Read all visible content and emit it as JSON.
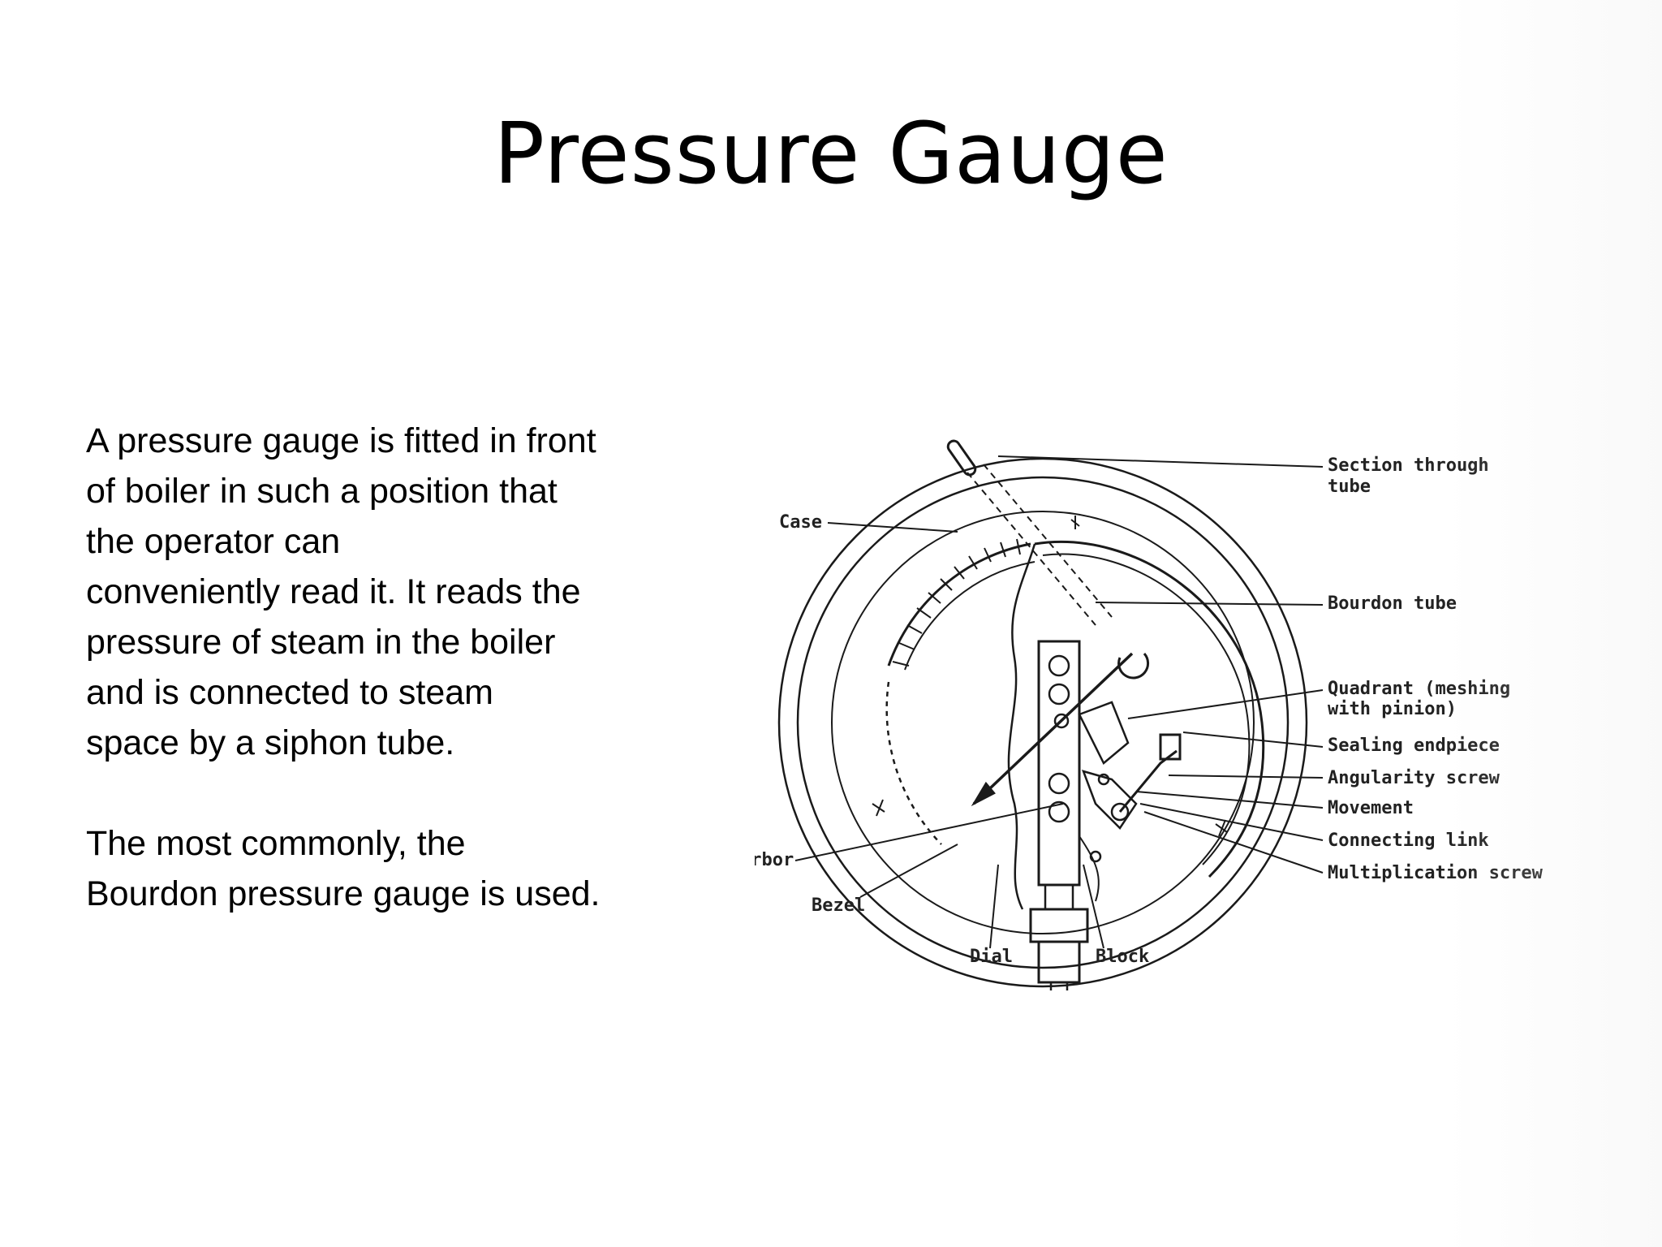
{
  "slide": {
    "title": "Pressure Gauge",
    "paragraph1_lines": [
      "A pressure gauge is fitted in front",
      "of boiler in such a position that",
      "the operator can",
      "conveniently read it. It reads the",
      "pressure of steam in the boiler",
      "and is connected to steam",
      "space by a siphon tube."
    ],
    "paragraph2_lines": [
      "The most commonly, the",
      "Bourdon pressure gauge is used."
    ]
  },
  "diagram": {
    "labels": {
      "section_line1": "Section through",
      "section_line2": "tube",
      "case": "Case",
      "bourdon_tube": "Bourdon tube",
      "quadrant_line1": "Quadrant (meshing",
      "quadrant_line2": "with pinion)",
      "sealing_endpiece": "Sealing endpiece",
      "angularity_screw": "Angularity screw",
      "movement": "Movement",
      "connecting_link": "Connecting link",
      "multiplication_screw": "Multiplication screw",
      "arbor": "Arbor",
      "bezel": "Bezel",
      "dial": "Dial",
      "block": "Block"
    }
  }
}
